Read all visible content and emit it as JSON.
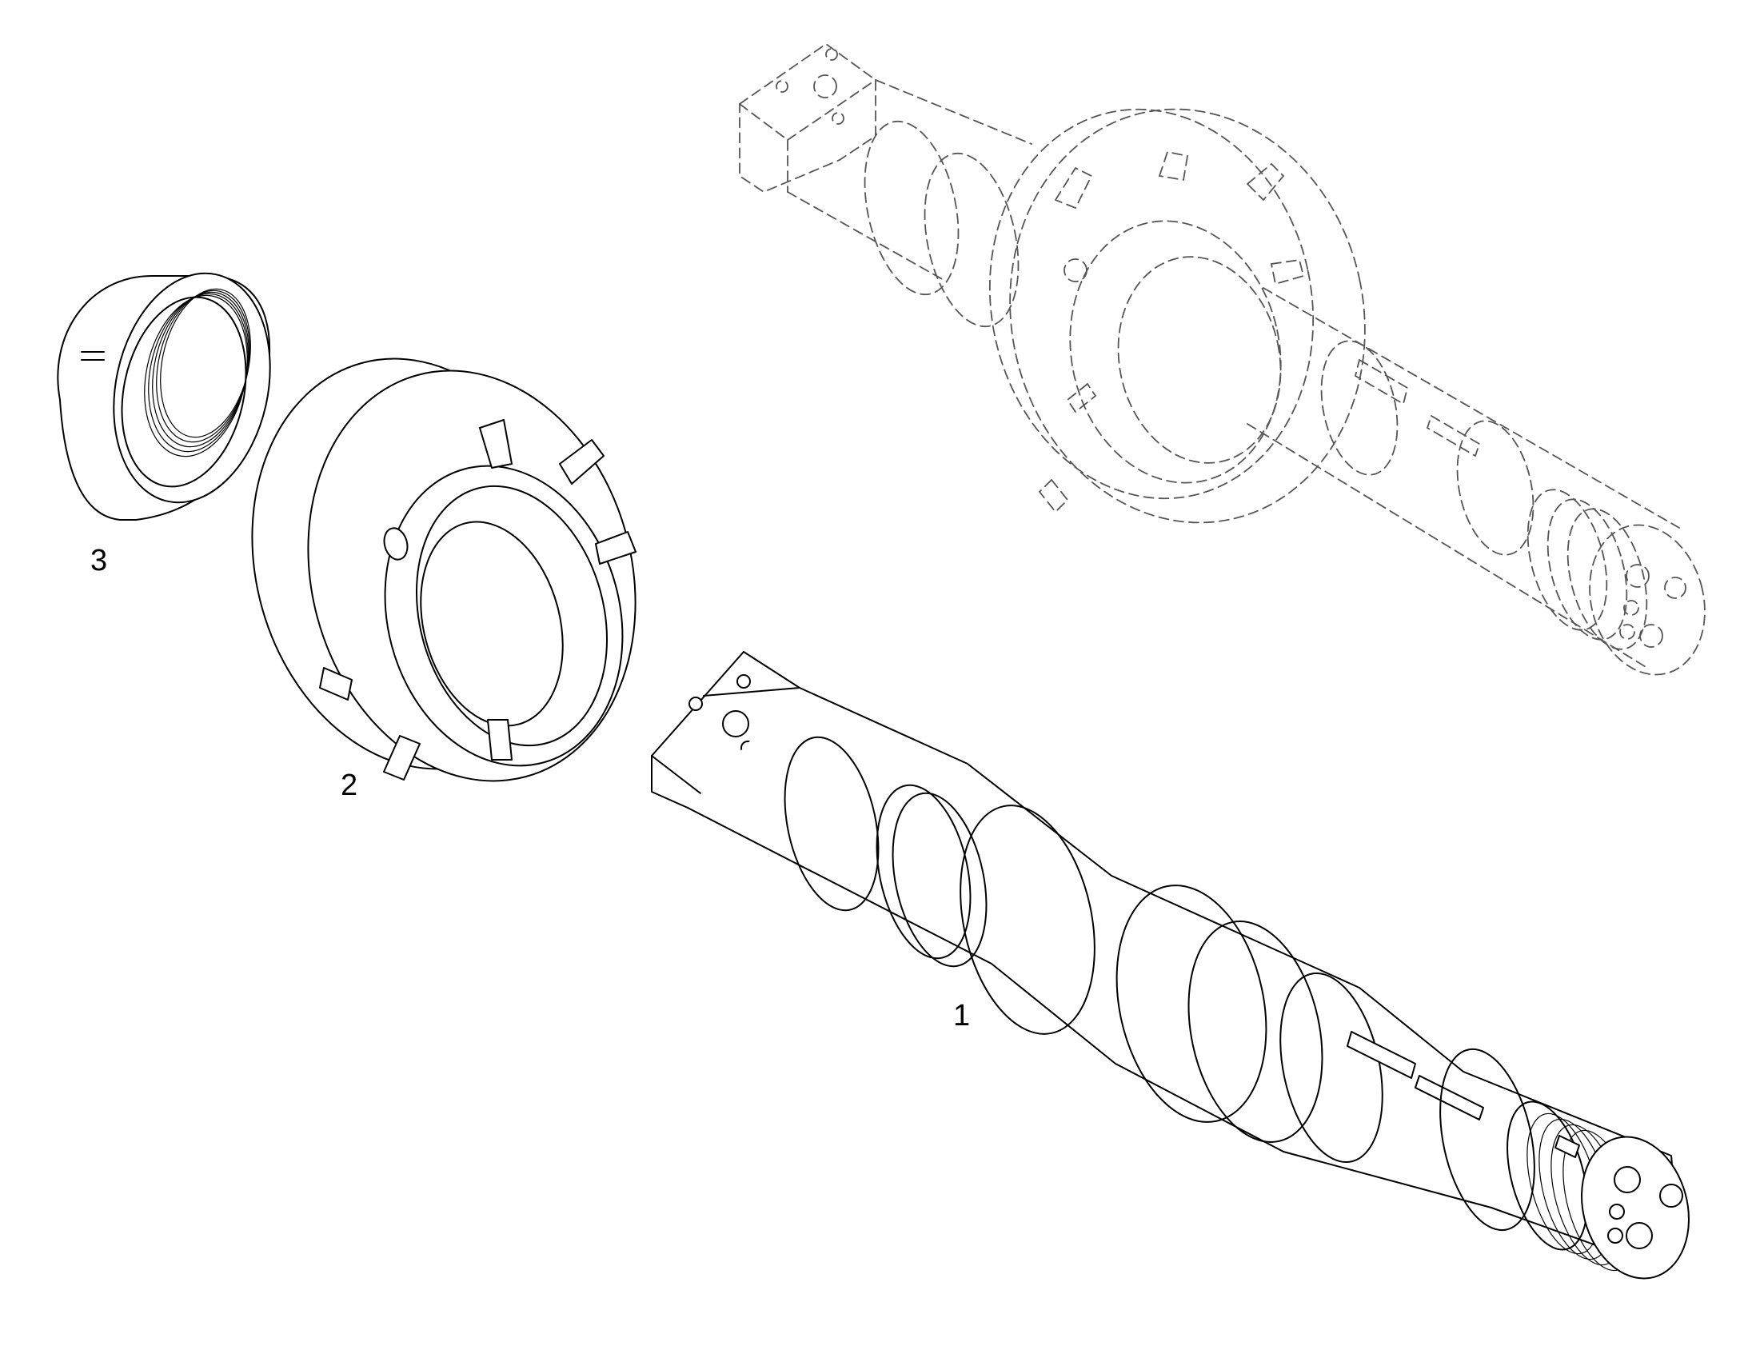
{
  "figure": {
    "labels": {
      "part_1": "1",
      "part_2": "2",
      "part_3": "3"
    },
    "colors": {
      "line": "#000000",
      "phantom_line": "#555555",
      "background": "#ffffff"
    }
  }
}
